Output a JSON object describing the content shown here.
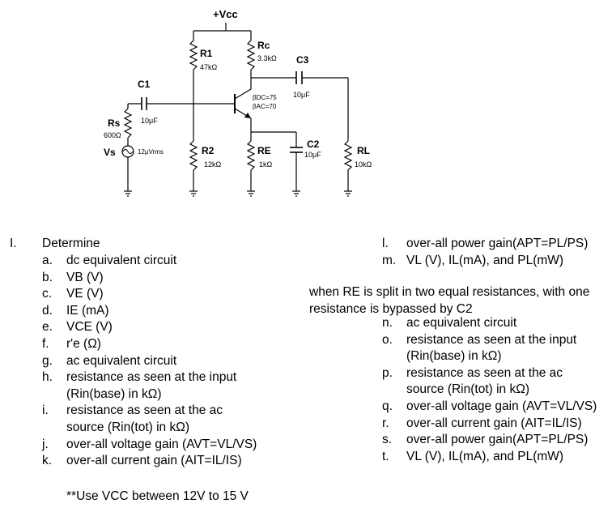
{
  "circuit": {
    "vcc": "+Vcc",
    "r1": {
      "name": "R1",
      "value": "47kΩ"
    },
    "rc": {
      "name": "Rc",
      "value": "3.3kΩ"
    },
    "c3": {
      "name": "C3",
      "value": "10μF"
    },
    "c1": {
      "name": "C1",
      "value": "10μF"
    },
    "transistor": {
      "beta_dc": "βDC=75",
      "beta_ac": "βAC=70"
    },
    "rs": {
      "name": "Rs",
      "value": "600Ω"
    },
    "vs": {
      "name": "Vs",
      "value": "12μVrms"
    },
    "r2": {
      "name": "R2",
      "value": "12kΩ"
    },
    "re": {
      "name": "RE",
      "value": "1kΩ"
    },
    "c2": {
      "name": "C2",
      "value": "10μF"
    },
    "rl": {
      "name": "RL",
      "value": "10kΩ"
    }
  },
  "problem": {
    "number": "I.",
    "heading": "Determine",
    "items_left": [
      {
        "letter": "a.",
        "text": "dc equivalent circuit"
      },
      {
        "letter": "b.",
        "text": "VB (V)"
      },
      {
        "letter": "c.",
        "text": "VE (V)"
      },
      {
        "letter": "d.",
        "text": "IE (mA)"
      },
      {
        "letter": "e.",
        "text": "VCE (V)"
      },
      {
        "letter": "f.",
        "text": "r'e (Ω)"
      },
      {
        "letter": "g.",
        "text": "ac equivalent circuit"
      },
      {
        "letter": "h.",
        "text": "resistance as seen at the input",
        "cont": "(Rin(base) in kΩ)"
      },
      {
        "letter": "i.",
        "text": "resistance as seen at the ac",
        "cont": "source (Rin(tot) in kΩ)"
      },
      {
        "letter": "j.",
        "text": "over-all voltage gain (AVT=VL/VS)"
      },
      {
        "letter": "k.",
        "text": "over-all current gain (AIT=IL/IS)"
      }
    ],
    "items_right_top": [
      {
        "letter": "l.",
        "text": "over-all power gain(APT=PL/PS)"
      },
      {
        "letter": "m.",
        "text": "VL (V), IL(mA), and PL(mW)"
      }
    ],
    "split_note": "when RE is split in two equal resistances, with one resistance is bypassed by C2",
    "items_right_bottom": [
      {
        "letter": "n.",
        "text": "ac equivalent circuit"
      },
      {
        "letter": "o.",
        "text": "resistance as seen at the input",
        "cont": "(Rin(base) in kΩ)"
      },
      {
        "letter": "p.",
        "text": "resistance as seen at the ac",
        "cont": "source (Rin(tot) in kΩ)"
      },
      {
        "letter": "q.",
        "text": "over-all voltage gain (AVT=VL/VS)"
      },
      {
        "letter": "r.",
        "text": "over-all current gain (AIT=IL/IS)"
      },
      {
        "letter": "s.",
        "text": "over-all power gain(APT=PL/PS)"
      },
      {
        "letter": "t.",
        "text": "VL (V), IL(mA), and PL(mW)"
      }
    ],
    "note": "**Use VCC between 12V to 15 V"
  }
}
